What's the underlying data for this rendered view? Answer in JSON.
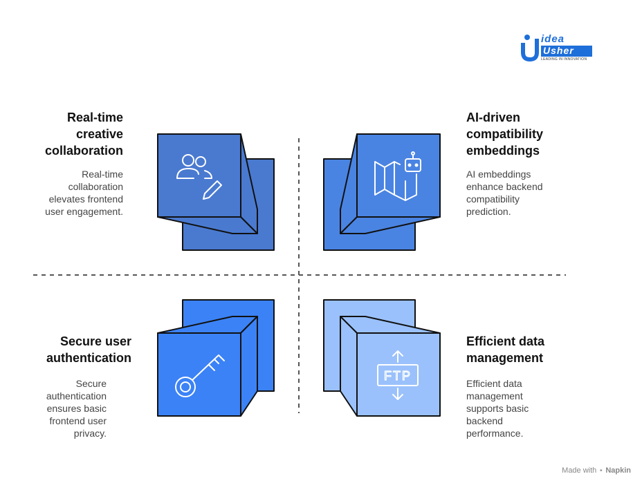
{
  "logo": {
    "line1": "idea",
    "line2": "Usher",
    "tagline": "LEADING IN INNOVATION"
  },
  "quadrants": [
    {
      "title_lines": [
        "Real-time",
        "creative",
        "collaboration"
      ],
      "desc_lines": [
        "Real-time",
        "collaboration",
        "elevates frontend",
        "user engagement."
      ],
      "icon": "users-edit-icon",
      "color": "#4a7ad0"
    },
    {
      "title_lines": [
        "AI-driven",
        "compatibility",
        "embeddings"
      ],
      "desc_lines": [
        "AI embeddings",
        "enhance backend",
        "compatibility",
        "prediction."
      ],
      "icon": "map-robot-icon",
      "color": "#4a84e2"
    },
    {
      "title_lines": [
        "Secure user",
        "authentication"
      ],
      "desc_lines": [
        "Secure",
        "authentication",
        "ensures basic",
        "frontend user",
        "privacy."
      ],
      "icon": "key-icon",
      "color": "#3b82f6"
    },
    {
      "title_lines": [
        "Efficient data",
        "management"
      ],
      "desc_lines": [
        "Efficient data",
        "management",
        "supports basic",
        "backend",
        "performance."
      ],
      "icon": "ftp-icon",
      "color": "#9ac1fb",
      "icon_text": "FTP"
    }
  ],
  "footer": {
    "made_with": "Made with",
    "brand": "Napkin"
  }
}
